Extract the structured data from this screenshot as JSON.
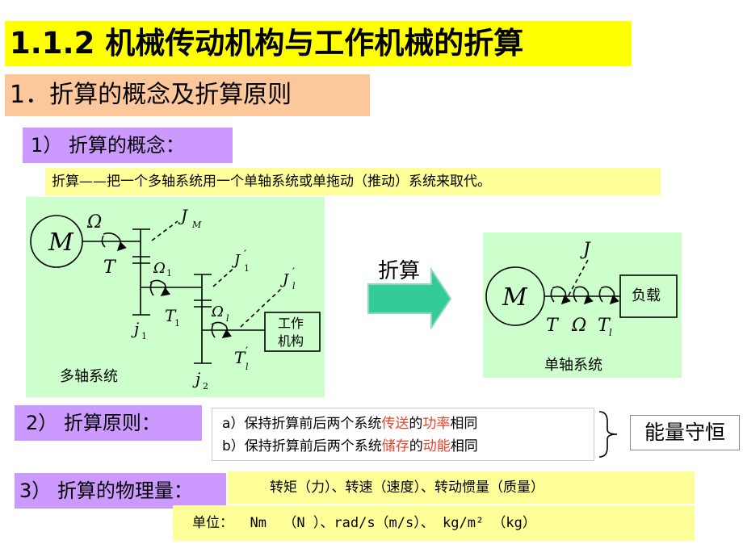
{
  "title": "1.1.2 机械传动机构与工作机械的折算",
  "section1": "1．折算的概念及折算原则",
  "sub1": "1） 折算的概念：",
  "definition": "折算——把一个多轴系统用一个单轴系统或单拖动（推动）系统来取代。",
  "multi_axis": {
    "caption": "多轴系统",
    "motor": "M",
    "omega": "Ω",
    "omega1": "Ω",
    "omega1_sub": "1",
    "omegal": "Ω",
    "omegal_sub": "l",
    "T": "T",
    "T1": "T",
    "T1_sub": "1",
    "Tl": "T",
    "Tl_prime": "′",
    "Tl_sub": "l",
    "JM": "J",
    "JM_sub": "M",
    "J1p": "J",
    "J1p_prime": "′",
    "J1p_sub": "1",
    "Jlp": "J",
    "Jlp_prime": "′",
    "Jlp_sub": "l",
    "j1": "j",
    "j1_sub": "1",
    "j2": "j",
    "j2_sub": "2",
    "work_line1": "工作",
    "work_line2": "机构"
  },
  "arrow_label": "折算",
  "single_axis": {
    "caption": "单轴系统",
    "motor": "M",
    "J": "J",
    "T": "T",
    "omega": "Ω",
    "Tl": "T",
    "Tl_sub": "l",
    "load": "负载"
  },
  "sub2": "2） 折算原则：",
  "principle_a": {
    "prefix": "a）保持折算前后两个系统",
    "k1": "传送",
    "mid": "的",
    "k2": "功率",
    "suffix": "相同"
  },
  "principle_b": {
    "prefix": "b）保持折算前后两个系统",
    "k1": "储存",
    "mid": "的",
    "k2": "动能",
    "suffix": "相同"
  },
  "energy": "能量守恒",
  "sub3": "3） 折算的物理量：",
  "quantities": "转矩（力）、转速（速度）、转动惯量（质量）",
  "units_label": "单位：",
  "units": "  Nm  （N ）、rad/s（m/s）、 kg/m² （kg）",
  "colors": {
    "title_bg": "#ffff00",
    "section_bg": "#fcc89b",
    "sub_bg": "#cc99ff",
    "note_bg": "#ffff99",
    "panel_bg": "#ccffcc",
    "keyword": "#e6442a",
    "arrow_fill": "#33cc99"
  }
}
